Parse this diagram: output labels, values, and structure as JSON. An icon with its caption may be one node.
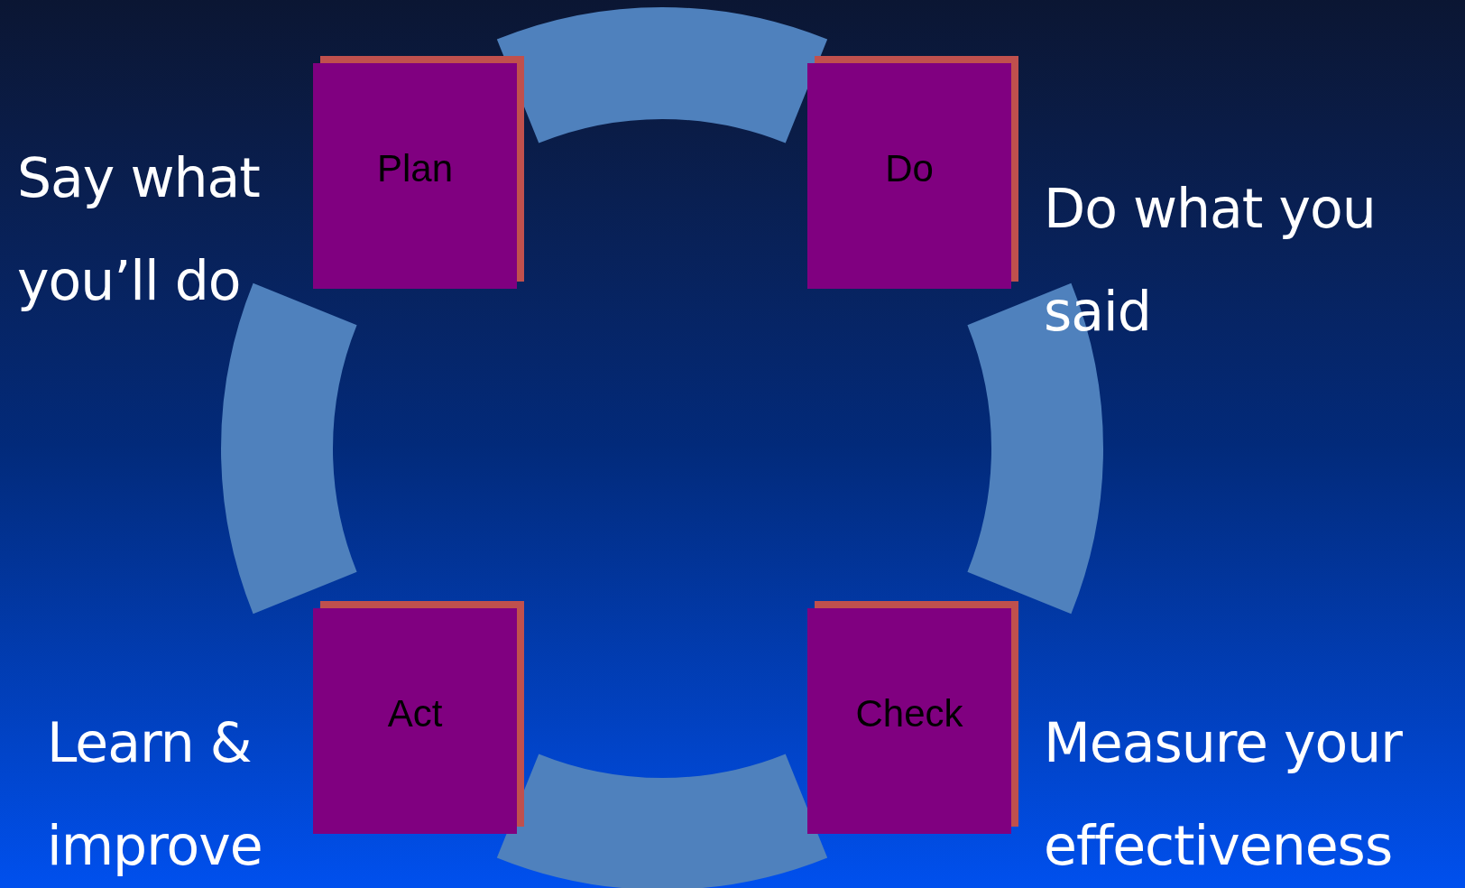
{
  "diagram": {
    "nodes": [
      {
        "text": [
          "Plan"
        ],
        "beside": [
          "Say what you’ll do"
        ]
      },
      {
        "text": [
          "Do"
        ],
        "beside": [
          "Do what you said"
        ]
      },
      {
        "text": [
          "Check"
        ],
        "beside": [
          "Measure your effectiveness"
        ]
      },
      {
        "text": [
          "Act"
        ],
        "beside": [
          "Learn & improve"
        ]
      }
    ],
    "edges": [
      {
        "from": 0,
        "to": 1,
        "arrow": "none"
      },
      {
        "from": 1,
        "to": 2,
        "arrow": "none"
      },
      {
        "from": 2,
        "to": 3,
        "arrow": "none"
      },
      {
        "from": 3,
        "to": 0,
        "arrow": "none"
      }
    ]
  }
}
